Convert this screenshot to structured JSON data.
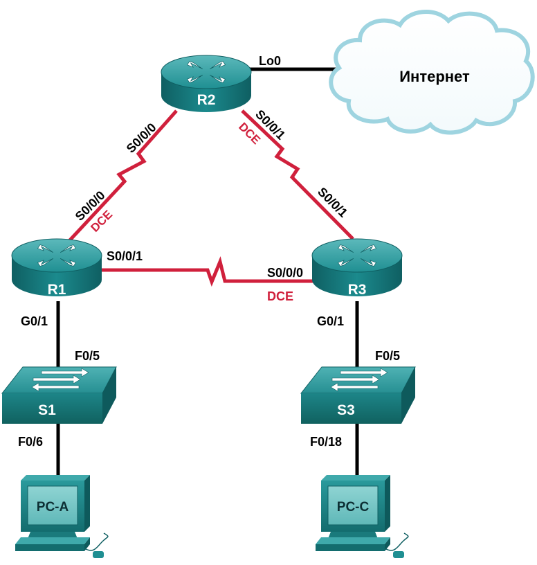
{
  "routers": {
    "r1": {
      "name": "R1"
    },
    "r2": {
      "name": "R2"
    },
    "r3": {
      "name": "R3"
    }
  },
  "switches": {
    "s1": {
      "name": "S1"
    },
    "s3": {
      "name": "S3"
    }
  },
  "pcs": {
    "pca": {
      "name": "PC-A"
    },
    "pcc": {
      "name": "PC-C"
    }
  },
  "cloud": {
    "label": "Интернет"
  },
  "interfaces": {
    "r2_lo0": "Lo0",
    "r2_s000": "S0/0/0",
    "r2_s001": "S0/0/1",
    "r1_s000": "S0/0/0",
    "r1_s001": "S0/0/1",
    "r3_s000": "S0/0/0",
    "r3_s001": "S0/0/1",
    "r1_g01": "G0/1",
    "r3_g01": "G0/1",
    "s1_f05": "F0/5",
    "s1_f06": "F0/6",
    "s3_f05": "F0/5",
    "s3_f018": "F0/18"
  },
  "dce": {
    "r1_r2": "DCE",
    "r2_r3": "DCE",
    "r1_r3": "DCE"
  },
  "colors": {
    "device_teal": "#1f8f92",
    "device_dark": "#126a6d",
    "serial_red": "#d0203c",
    "ethernet_black": "#000000",
    "cloud_edge": "#9ed4e0"
  }
}
